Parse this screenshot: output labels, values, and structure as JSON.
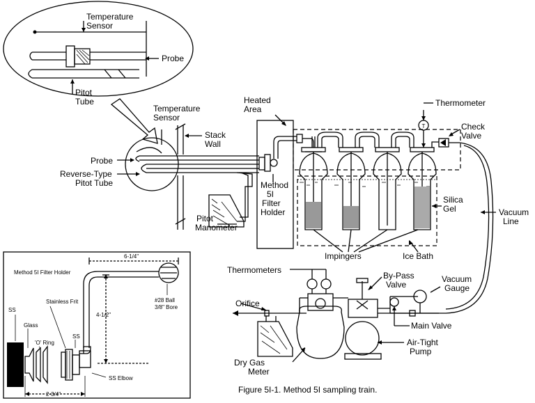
{
  "caption": "Figure 5I-1.  Method 5I sampling train.",
  "inset_top": {
    "temperature_sensor": [
      "Temperature",
      "Sensor"
    ],
    "probe": "Probe",
    "pitot_tube": [
      "Pitot",
      "Tube"
    ]
  },
  "train": {
    "temperature_sensor": [
      "Temperature",
      "Sensor"
    ],
    "probe": "Probe",
    "reverse_pitot": [
      "Reverse-Type",
      "Pitot Tube"
    ],
    "stack_wall": [
      "Stack",
      "Wall"
    ],
    "heated_area": [
      "Heated",
      "Area"
    ],
    "filter_holder": [
      "Method",
      "5I",
      "Filter",
      "Holder"
    ],
    "pitot_manometer": [
      "Pitot",
      "Manometer"
    ],
    "thermometer": "Thermometer",
    "check_valve": [
      "Check",
      "Valve"
    ],
    "silica_gel": [
      "Silica",
      "Gel"
    ],
    "vacuum_line": [
      "Vacuum",
      "Line"
    ],
    "impingers": "Impingers",
    "ice_bath": "Ice Bath",
    "thermometer_symbol": "T"
  },
  "control": {
    "thermometers": "Thermometers",
    "orifice": "Orifice",
    "bypass_valve": [
      "By-Pass",
      "Valve"
    ],
    "vacuum_gauge": [
      "Vacuum",
      "Gauge"
    ],
    "main_valve": "Main Valve",
    "pump": [
      "Air-Tight",
      "Pump"
    ],
    "meter": [
      "Dry Gas",
      "Meter"
    ]
  },
  "inset_filter": {
    "title": "Method 5I Filter Holder",
    "dim_top": "6-1/4\"",
    "dim_side": "4-1/2\"",
    "dim_bottom": "2-3/4\"",
    "ball": [
      "#28 Ball",
      "3/8\" Bore"
    ],
    "ss": "SS",
    "glass": "Glass",
    "o_ring": "'O' Ring",
    "frit": "Stainless Frit",
    "ss_small": "SS",
    "elbow": "SS Elbow"
  }
}
